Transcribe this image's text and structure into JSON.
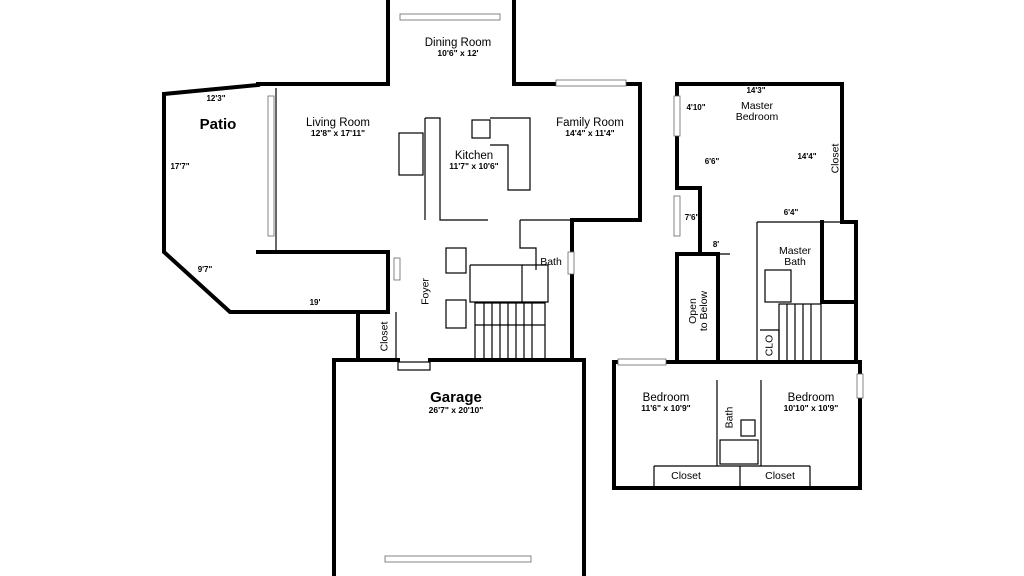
{
  "rooms": {
    "dining": {
      "name": "Dining Room",
      "dims": "10'6\" x 12'"
    },
    "living": {
      "name": "Living Room",
      "dims": "12'8\" x 17'11\""
    },
    "kitchen": {
      "name": "Kitchen",
      "dims": "11'7\" x 10'6\""
    },
    "family": {
      "name": "Family Room",
      "dims": "14'4\" x 11'4\""
    },
    "patio": {
      "name": "Patio"
    },
    "foyer": {
      "name": "Foyer"
    },
    "bath_main": {
      "name": "Bath"
    },
    "closet_main": {
      "name": "Closet"
    },
    "garage": {
      "name": "Garage",
      "dims": "26'7\" x 20'10\""
    },
    "master_bedroom": {
      "name": "Master\nBedroom"
    },
    "master_closet": {
      "name": "Closet"
    },
    "master_bath": {
      "name": "Master\nBath"
    },
    "open_below": {
      "name": "Open\nto Below"
    },
    "clo": {
      "name": "CLO"
    },
    "bedroom_left": {
      "name": "Bedroom",
      "dims": "11'6\" x 10'9\""
    },
    "bedroom_right": {
      "name": "Bedroom",
      "dims": "10'10\" x 10'9\""
    },
    "bath_upper": {
      "name": "Bath"
    },
    "closet_left": {
      "name": "Closet"
    },
    "closet_right": {
      "name": "Closet"
    }
  },
  "dimensions": {
    "patio_top": "12'3\"",
    "patio_side": "17'7\"",
    "patio_diag": "9'7\"",
    "patio_bottom": "19'",
    "master_top": "14'3\"",
    "master_left_upper": "4'10\"",
    "master_left_mid": "6'6\"",
    "master_left_lower": "7'6\"",
    "master_right": "14'4\"",
    "master_bath_top": "6'4\"",
    "hall": "8'"
  }
}
